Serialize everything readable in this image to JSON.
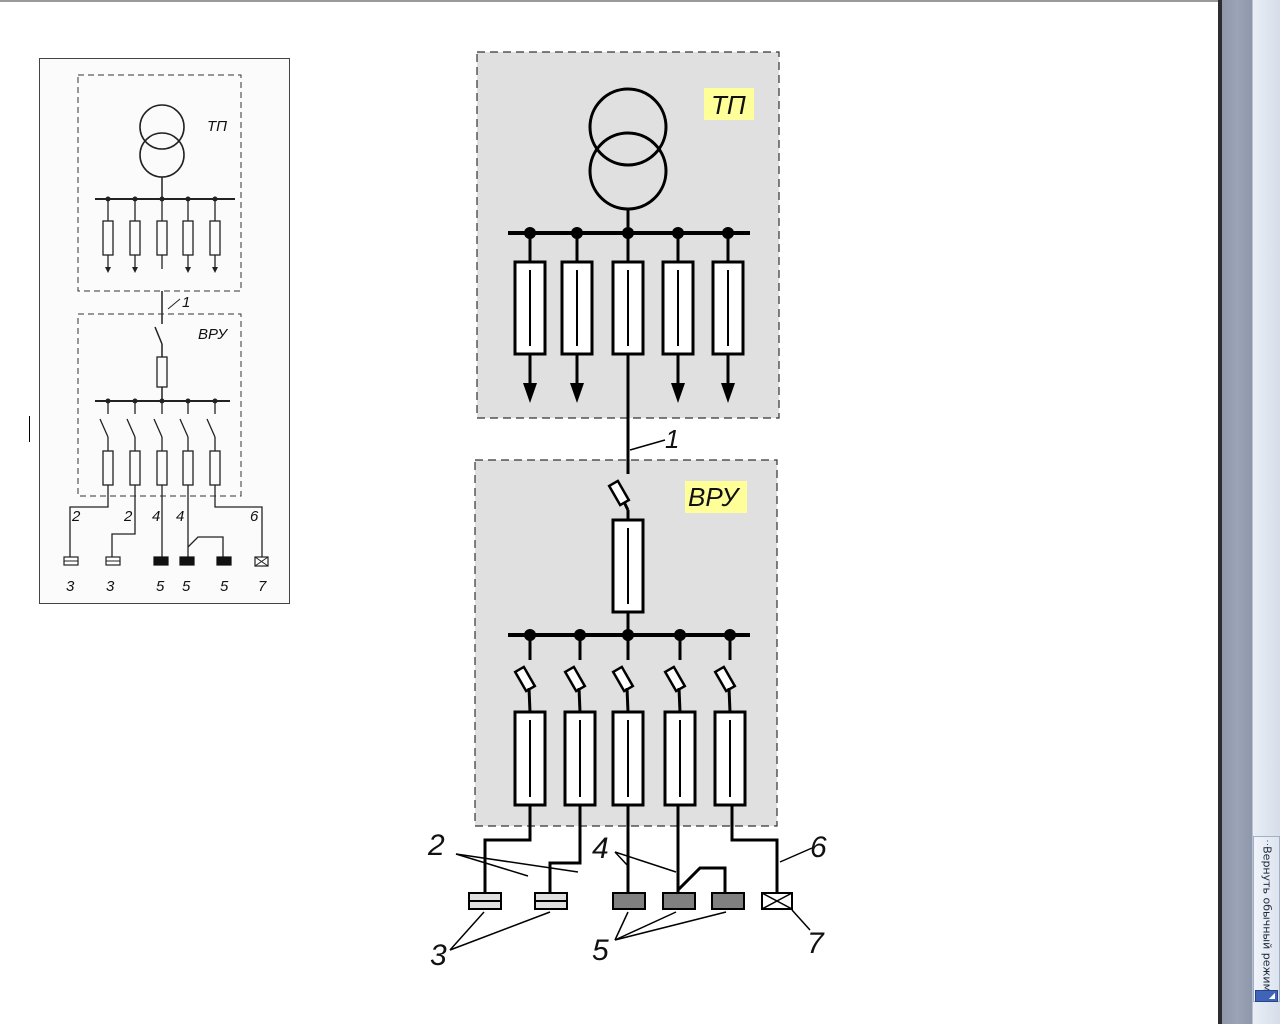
{
  "sidebar": {
    "normal_mode_label": "Вернуть обычный режим"
  },
  "diagram": {
    "tp_label": "ТП",
    "vru_label": "ВРУ",
    "callouts": {
      "c1": "1",
      "c2": "2",
      "c3": "3",
      "c4": "4",
      "c5": "5",
      "c6": "6",
      "c7": "7"
    }
  },
  "thumbnail": {
    "tp_label": "ТП",
    "vru_label": "ВРУ",
    "c1": "1",
    "bottom_top": [
      "2",
      "2",
      "4",
      "4",
      "6"
    ],
    "bottom_numbers": [
      "3",
      "3",
      "5",
      "5",
      "5",
      "7"
    ]
  },
  "colors": {
    "box_fill": "#e0e0e0",
    "label_highlight": "#ffff99",
    "consumer_dark": "#808080",
    "scrollbar": "#959fb1"
  },
  "icons": {
    "grip": "grip-dots-icon",
    "corner": "resize-corner-icon"
  }
}
